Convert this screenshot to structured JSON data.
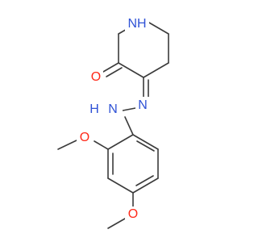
{
  "colors": {
    "bond": "#3b3b3b",
    "nitrogen": "#2f52d6",
    "oxygen": "#ff2a1a",
    "background": "#ffffff"
  },
  "labels": {
    "lactam_nh": "NH",
    "lactam_carbonyl_oxygen": "O",
    "hydrazone_n": "N",
    "hydrazone_n_h": "N",
    "hydrazone_h": "H",
    "top_methoxy_oxygen": "O",
    "bottom_methoxy_oxygen": "O"
  }
}
